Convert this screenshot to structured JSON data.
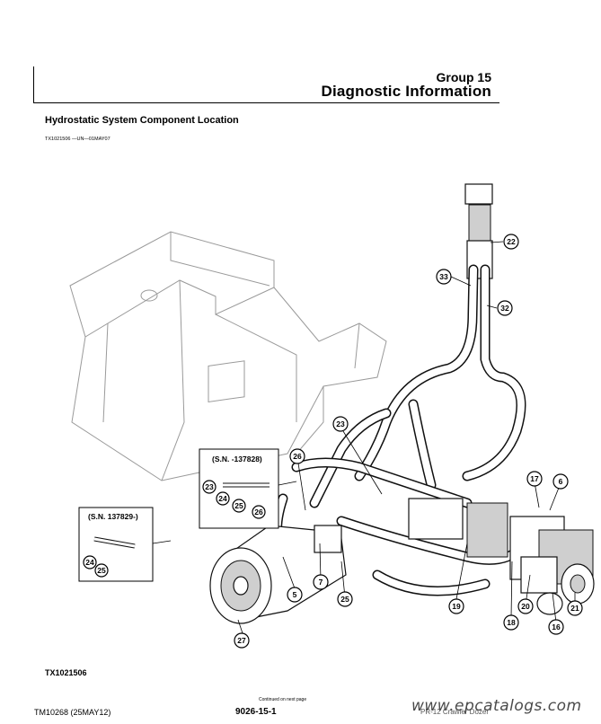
{
  "header": {
    "group": "Group 15",
    "title": "Diagnostic Information"
  },
  "heading": "Hydrostatic System Component Location",
  "figure_ref_top": "TX1021506 —UN—01MAY07",
  "figure_id": "TX1021506",
  "insets": [
    {
      "label": "(S.N. -137828)",
      "callouts": [
        "23",
        "24",
        "25",
        "26"
      ]
    },
    {
      "label": "(S.N. 137829-)",
      "callouts": [
        "24",
        "25"
      ]
    }
  ],
  "callouts": [
    "22",
    "33",
    "32",
    "23",
    "26",
    "17",
    "6",
    "5",
    "7",
    "25",
    "27",
    "19",
    "18",
    "20",
    "16",
    "21"
  ],
  "footer": {
    "continued": "Continued on next page",
    "doc": "TM10268 (25MAY12)",
    "page": "9026-15-1",
    "tail": "PR-12 Crawler Dozer",
    "watermark": "www.epcatalogs.com"
  }
}
